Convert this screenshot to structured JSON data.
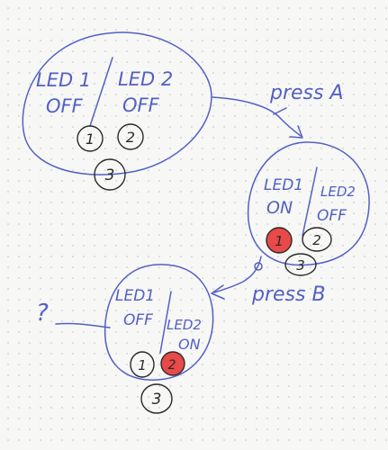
{
  "states": [
    {
      "id": "state-1",
      "led1": {
        "name": "LED 1",
        "value": "OFF"
      },
      "led2": {
        "name": "LED 2",
        "value": "OFF"
      },
      "buttons": [
        "1",
        "2",
        "3"
      ]
    },
    {
      "id": "state-2",
      "led1": {
        "name": "LED1",
        "value": "ON"
      },
      "led2": {
        "name": "LED2",
        "value": "OFF"
      },
      "buttons": [
        "1",
        "2",
        "3"
      ]
    },
    {
      "id": "state-3",
      "led1": {
        "name": "LED1",
        "value": "OFF"
      },
      "led2": {
        "name": "LED2",
        "value": "ON"
      },
      "buttons": [
        "1",
        "2",
        "3"
      ]
    }
  ],
  "transitions": [
    {
      "from": "state-1",
      "to": "state-2",
      "label": "press A"
    },
    {
      "from": "state-2",
      "to": "state-3",
      "label": "press B"
    }
  ],
  "unknown": {
    "label": "?"
  },
  "colors": {
    "ink": "#5360c4",
    "pen": "#2a2a2a",
    "pressed": "#e84949",
    "paper": "#f7f7f5"
  }
}
